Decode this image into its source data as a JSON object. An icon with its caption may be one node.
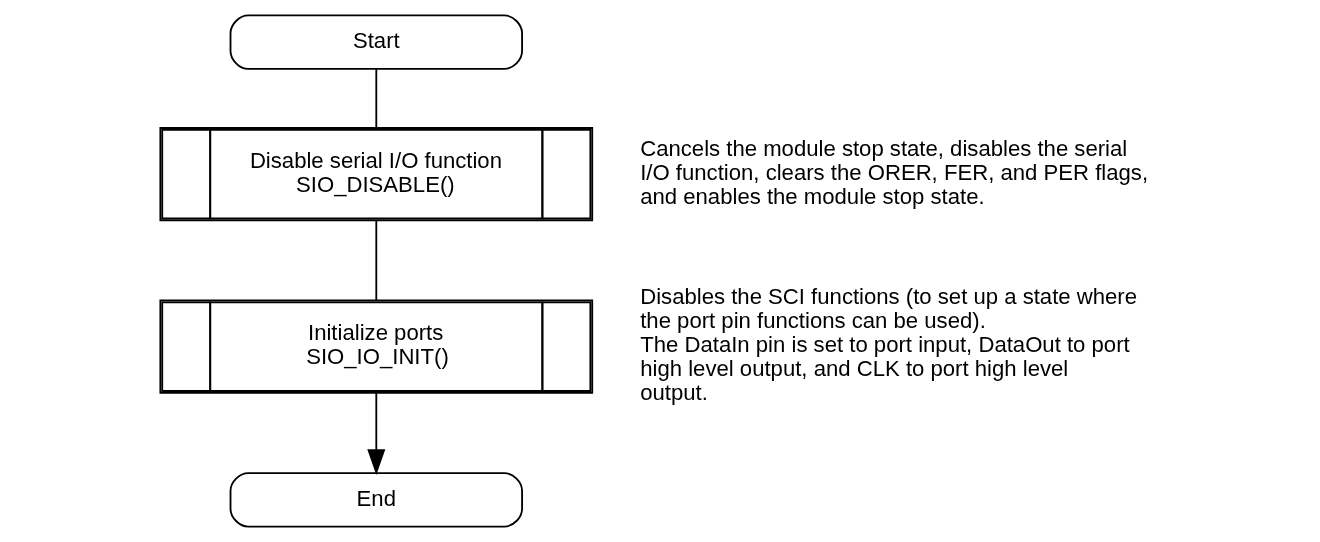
{
  "diagram": {
    "nodes": [
      {
        "text": [
          "Start"
        ]
      },
      {
        "text": [
          "Disable serial I/O function",
          "SIO_DISABLE()"
        ],
        "beside": [
          "Cancels the module stop state, disables the serial I/O function, clears the ORER, FER, and PER flags, and enables the module stop state."
        ]
      },
      {
        "text": [
          "Initialize ports",
          "SIO_IO_INIT()"
        ],
        "beside": [
          "Disables the SCI functions (to set up a state where the port pin functions can be used).",
          "The DataIn pin is set to port input, DataOut to port high level output, and CLK to port high level output."
        ]
      },
      {
        "text": [
          "End"
        ]
      }
    ],
    "edges": [
      {
        "from": 0,
        "to": 1,
        "arrow": "none"
      },
      {
        "from": 1,
        "to": 2,
        "arrow": "none"
      },
      {
        "from": 2,
        "to": 3,
        "arrow": "to"
      }
    ]
  }
}
